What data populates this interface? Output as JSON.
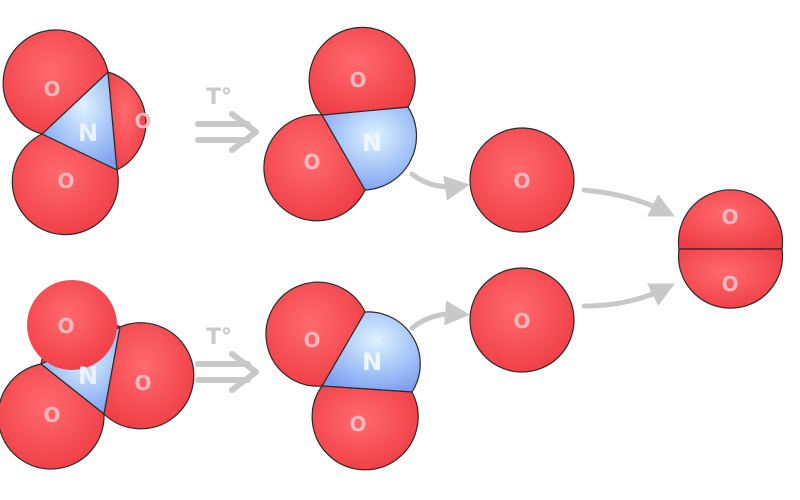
{
  "colors": {
    "oxygen": "#f7464d",
    "nitrogen": "#9ab6f5",
    "outline": "#2a2a2a",
    "arrow": "#c8c8c8",
    "label": "#f2b8bc",
    "background": "#ffffff"
  },
  "labels": {
    "oxygen_symbol": "O",
    "nitrogen_symbol": "N",
    "condition": "T°"
  },
  "reaction": {
    "reactant": "NO3",
    "intermediate": "NO2",
    "released": "O",
    "product": "O2",
    "paths": 2
  }
}
